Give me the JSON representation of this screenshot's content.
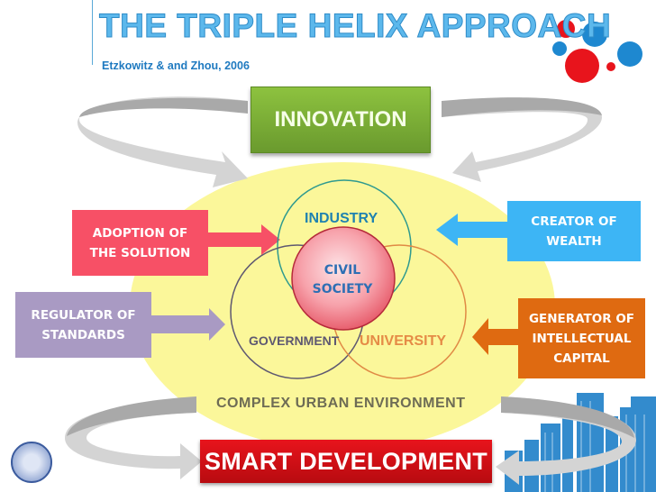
{
  "header": {
    "title": "THE TRIPLE HELIX APPROACH",
    "citation": "Etzkowitz &  and Zhou, 2006"
  },
  "top_box": {
    "label": "INNOVATION",
    "color": "#7aaf35"
  },
  "bottom_box": {
    "label": "SMART DEVELOPMENT",
    "color": "#d9101a"
  },
  "left_inputs": [
    {
      "label_line1": "ADOPTION OF",
      "label_line2": "THE SOLUTION",
      "color": "#f75066",
      "arrow_direction": "right"
    },
    {
      "label_line1": "REGULATOR OF",
      "label_line2": "STANDARDS",
      "color": "#a99ac3",
      "arrow_direction": "right"
    }
  ],
  "right_inputs": [
    {
      "label_line1": "CREATOR OF",
      "label_line2": "WEALTH",
      "color": "#3db5f5",
      "arrow_direction": "left"
    },
    {
      "label_line1": "GENERATOR OF",
      "label_line2": "INTELLECTUAL",
      "label_line3": "CAPITAL",
      "color": "#df6a11",
      "arrow_direction": "left"
    }
  ],
  "venn": {
    "circles": [
      {
        "label": "INDUSTRY",
        "stroke": "#2f9a8f"
      },
      {
        "label": "GOVERNMENT",
        "stroke": "#5e5871"
      },
      {
        "label": "UNIVERSITY",
        "stroke": "#e08a45"
      }
    ],
    "center": {
      "label_line1": "CIVIL",
      "label_line2": "SOCIETY",
      "fill": "#f48a94"
    }
  },
  "environment": {
    "label": "COMPLEX URBAN ENVIRONMENT",
    "fill": "#fbf79a"
  },
  "decor": {
    "bubble_colors": [
      "#e8141c",
      "#1e88d0"
    ],
    "skyline_color": "#1e7fc8",
    "seal": "university-seal"
  }
}
